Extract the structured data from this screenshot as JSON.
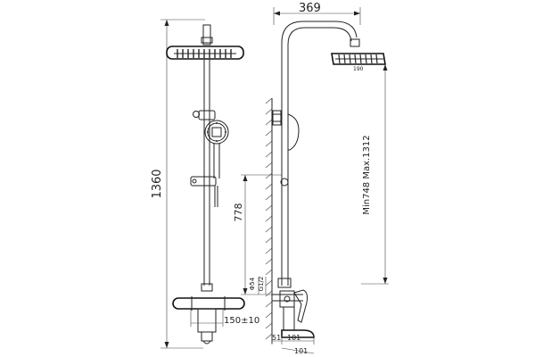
{
  "dimensions": {
    "total_height": "1360",
    "arm_reach": "369",
    "head_size": "190",
    "slide_length": "778",
    "riser_range": "Min748  Max.1312",
    "pipe_dia": "Φ54",
    "thread": "G1/2",
    "center_distance": "150±10",
    "spout_a": "51",
    "spout_b": "101",
    "spout_c": "101"
  }
}
